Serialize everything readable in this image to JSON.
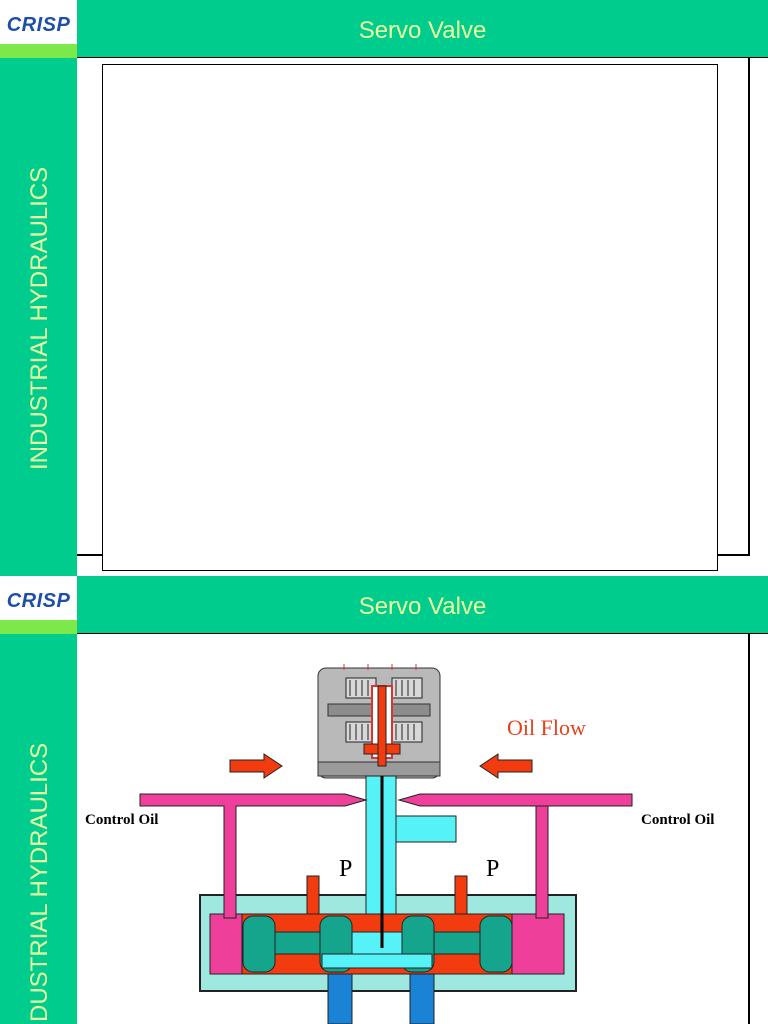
{
  "slides": [
    {
      "logo": "CRISP",
      "title": "Servo Valve",
      "sidebar": "INDUSTRIAL HYDRAULICS",
      "content": {
        "tiny_note": ""
      }
    },
    {
      "logo": "CRISP",
      "title": "Servo Valve",
      "sidebar": "INDUSTRIAL HYDRAULICS",
      "diagram": {
        "oil_flow_label": "Oil Flow",
        "control_oil_left": "Control Oil",
        "control_oil_right": "Control Oil",
        "pressure_left": "P",
        "pressure_right": "P"
      }
    }
  ],
  "colors": {
    "header_green": "#00cc8e",
    "logo_blue": "#1e4fa8",
    "logo_bar_green": "#7de84a",
    "header_text": "#eaffa0",
    "pink": "#ee3f9a",
    "cyan": "#55f2f8",
    "teal": "#14a58c",
    "red_orange": "#f23c10",
    "blue": "#1a83d6"
  }
}
